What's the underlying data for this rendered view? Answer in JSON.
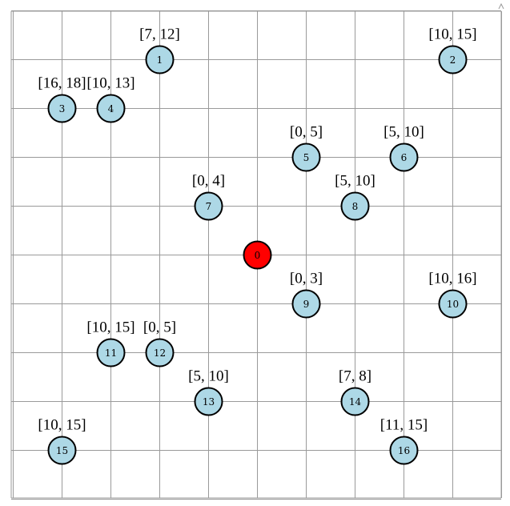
{
  "diagram": {
    "type": "grid-node-map",
    "grid": true,
    "x_range": [
      -5,
      5
    ],
    "y_range": [
      -5,
      5
    ],
    "colors": {
      "grid": "#9a9a9a",
      "depot_fill": "#ff0000",
      "customer_fill": "#add8e6",
      "node_stroke": "#000000"
    },
    "depot": {
      "id": "0",
      "x": 0,
      "y": 0
    },
    "customers": [
      {
        "id": "1",
        "x": -2,
        "y": 4,
        "window": "[7, 12]"
      },
      {
        "id": "2",
        "x": 4,
        "y": 4,
        "window": "[10, 15]"
      },
      {
        "id": "3",
        "x": -4,
        "y": 3,
        "window": "[16, 18]"
      },
      {
        "id": "4",
        "x": -3,
        "y": 3,
        "window": "[10, 13]"
      },
      {
        "id": "5",
        "x": 1,
        "y": 2,
        "window": "[0, 5]"
      },
      {
        "id": "6",
        "x": 3,
        "y": 2,
        "window": "[5, 10]"
      },
      {
        "id": "7",
        "x": -1,
        "y": 1,
        "window": "[0, 4]"
      },
      {
        "id": "8",
        "x": 2,
        "y": 1,
        "window": "[5, 10]"
      },
      {
        "id": "9",
        "x": 1,
        "y": -1,
        "window": "[0, 3]"
      },
      {
        "id": "10",
        "x": 4,
        "y": -1,
        "window": "[10, 16]"
      },
      {
        "id": "11",
        "x": -3,
        "y": -2,
        "window": "[10, 15]"
      },
      {
        "id": "12",
        "x": -2,
        "y": -2,
        "window": "[0, 5]"
      },
      {
        "id": "13",
        "x": -1,
        "y": -3,
        "window": "[5, 10]"
      },
      {
        "id": "14",
        "x": 2,
        "y": -3,
        "window": "[7, 8]"
      },
      {
        "id": "15",
        "x": -4,
        "y": -4,
        "window": "[10, 15]"
      },
      {
        "id": "16",
        "x": 3,
        "y": -4,
        "window": "[11, 15]"
      }
    ]
  }
}
